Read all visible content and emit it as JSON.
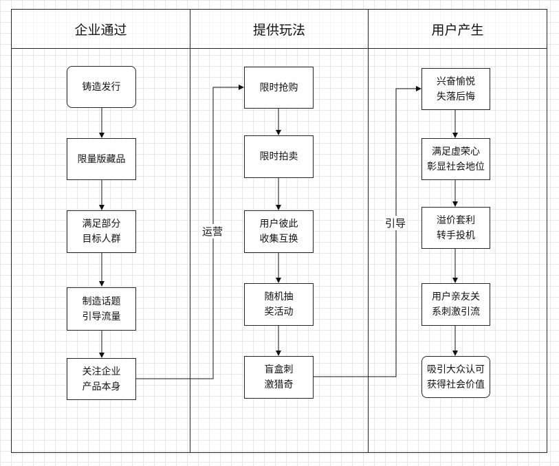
{
  "lanes": [
    {
      "title": "企业通过"
    },
    {
      "title": "提供玩法"
    },
    {
      "title": "用户产生"
    }
  ],
  "nodes": {
    "c1": "铸造发行",
    "c2": "限量版藏品",
    "c3": "满足部分\n目标人群",
    "c4": "制造话题\n引导流量",
    "c5": "关注企业\n产品本身",
    "p1": "限时抢购",
    "p2": "限时拍卖",
    "p3": "用户彼此\n收集互换",
    "p4": "随机抽\n奖活动",
    "p5": "盲盒刺\n激猎奇",
    "u1": "兴奋愉悦\n失落后悔",
    "u2": "满足虚荣心\n彰显社会地位",
    "u3": "溢价套利\n转手投机",
    "u4": "用户亲友关\n系刺激引流",
    "u5": "吸引大众认可\n获得社会价值"
  },
  "edge_labels": {
    "operate": "运营",
    "guide": "引导"
  }
}
